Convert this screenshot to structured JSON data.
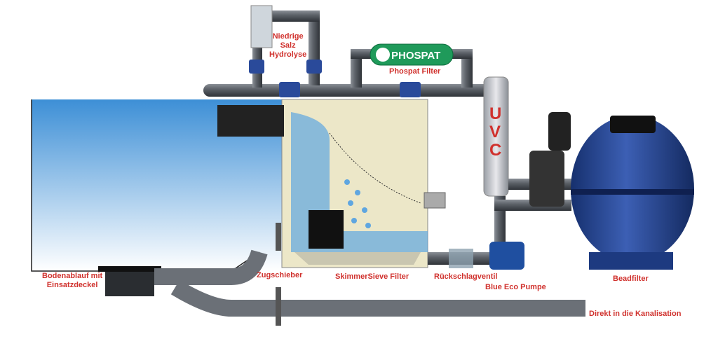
{
  "labels": {
    "salt": [
      "Niedrige",
      "Salz",
      "Hydrolyse"
    ],
    "phospat_filter": "Phospat Filter",
    "phospat_logo": "PHOSPAT",
    "uvc": "UVC",
    "bottom_drain": [
      "Bodenablauf mit",
      "Einsatzdeckel"
    ],
    "gate_valve": "Zugschieber",
    "skimmer": "SkimmerSieve Filter",
    "check_valve": "Rückschlagventil",
    "pump": "Blue Eco Pumpe",
    "bead_filter": "Beadfilter",
    "sewer": "Direkt in die Kanalisation"
  },
  "colors": {
    "label": "#d0312d",
    "pipe": "#5a5f66",
    "water": "#4a9ad8",
    "filter": "#1f3f8a"
  }
}
